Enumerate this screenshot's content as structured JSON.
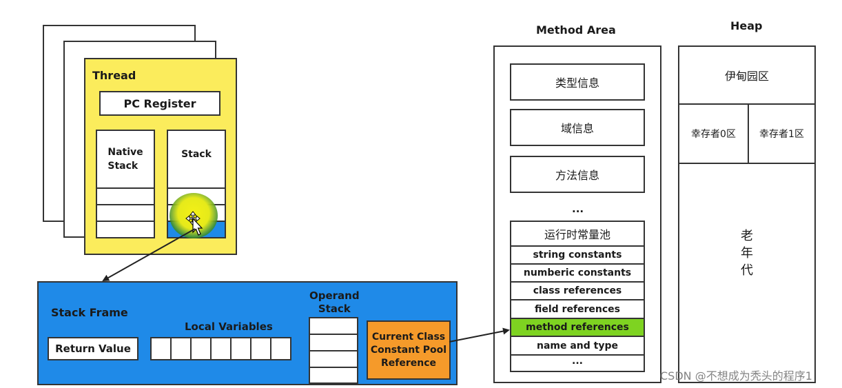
{
  "thread": {
    "title": "Thread",
    "pc_register": "PC Register",
    "native_stack": "Native\nStack",
    "stack": "Stack"
  },
  "stack_frame": {
    "title": "Stack Frame",
    "return_value": "Return Value",
    "local_variables": "Local Variables",
    "operand_stack": "Operand\nStack",
    "cp_reference": "Current Class\nConstant Pool\nReference"
  },
  "method_area": {
    "title": "Method Area",
    "type_info": "类型信息",
    "field_info": "域信息",
    "method_info": "方法信息",
    "ellipsis": "...",
    "pool_title": "运行时常量池",
    "pool_rows": [
      "string constants",
      "numberic constants",
      "class references",
      "field references",
      "method references",
      "name and type",
      "..."
    ]
  },
  "heap": {
    "title": "Heap",
    "eden": "伊甸园区",
    "survivor0": "幸存者0区",
    "survivor1": "幸存者1区",
    "old": "老\n年\n代"
  },
  "watermark": "CSDN @不想成为秃头的程序1",
  "colors": {
    "thread_fill": "#fbec5c",
    "frame_fill": "#1f8ae8",
    "cp_fill": "#f59a2a",
    "highlight": "#7ed321",
    "cursor_glow": "#f3f016"
  }
}
